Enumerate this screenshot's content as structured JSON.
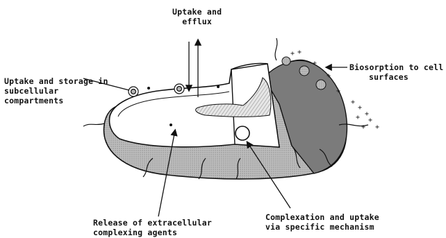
{
  "labels": {
    "uptake_efflux": [
      "Uptake and",
      "efflux"
    ],
    "uptake_storage": [
      "Uptake and storage in",
      "subcellular",
      "compartments"
    ],
    "biosorption": [
      "Biosorption to cell",
      "surfaces"
    ],
    "release": [
      "Release of extracellular",
      "complexing agents"
    ],
    "complexation": [
      "Complexation and uptake",
      "via specific mechanism"
    ]
  },
  "colors": {
    "ink": "#111111",
    "outer_wall": "#8a8a8a",
    "outer_wall_dark": "#5e5e5e",
    "cytoplasm": "#ffffff",
    "nucleoid_fill": "#d9d9d9"
  }
}
